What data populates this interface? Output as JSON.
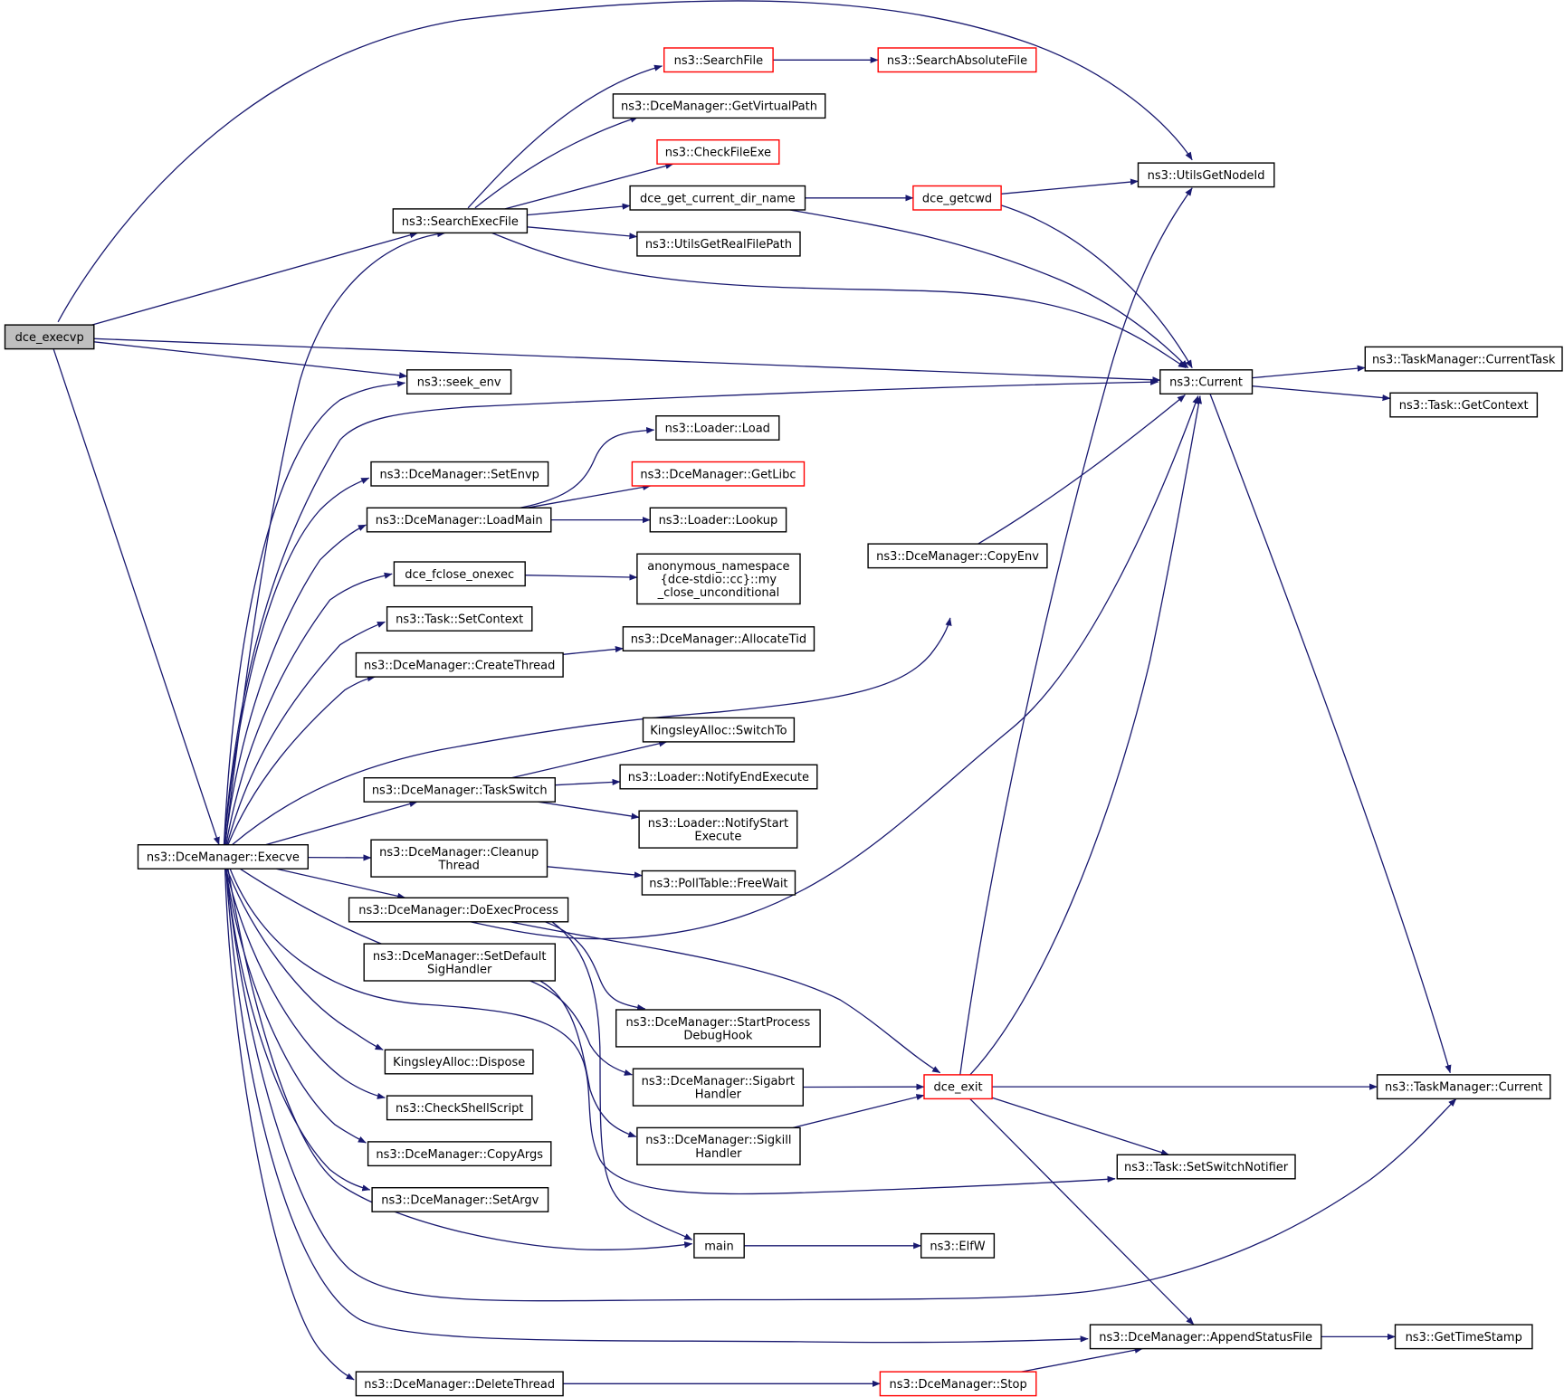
{
  "nodes": {
    "dce_execvp": {
      "lines": [
        "dce_execvp"
      ]
    },
    "search_exec_file": {
      "lines": [
        "ns3::SearchExecFile"
      ]
    },
    "search_file": {
      "lines": [
        "ns3::SearchFile"
      ]
    },
    "search_absolute_file": {
      "lines": [
        "ns3::SearchAbsoluteFile"
      ]
    },
    "get_virtual_path": {
      "lines": [
        "ns3::DceManager::GetVirtualPath"
      ]
    },
    "check_file_exe": {
      "lines": [
        "ns3::CheckFileExe"
      ]
    },
    "dce_get_current_dir_name": {
      "lines": [
        "dce_get_current_dir_name"
      ]
    },
    "dce_getcwd": {
      "lines": [
        "dce_getcwd"
      ]
    },
    "utils_get_node_id": {
      "lines": [
        "ns3::UtilsGetNodeId"
      ]
    },
    "utils_get_real_file_path": {
      "lines": [
        "ns3::UtilsGetRealFilePath"
      ]
    },
    "current": {
      "lines": [
        "ns3::Current"
      ]
    },
    "task_manager_current_task": {
      "lines": [
        "ns3::TaskManager::CurrentTask"
      ]
    },
    "task_get_context": {
      "lines": [
        "ns3::Task::GetContext"
      ]
    },
    "seek_env": {
      "lines": [
        "ns3::seek_env"
      ]
    },
    "set_envp": {
      "lines": [
        "ns3::DceManager::SetEnvp"
      ]
    },
    "load_main": {
      "lines": [
        "ns3::DceManager::LoadMain"
      ]
    },
    "loader_load": {
      "lines": [
        "ns3::Loader::Load"
      ]
    },
    "get_libc": {
      "lines": [
        "ns3::DceManager::GetLibc"
      ]
    },
    "loader_lookup": {
      "lines": [
        "ns3::Loader::Lookup"
      ]
    },
    "dce_fclose_onexec": {
      "lines": [
        "dce_fclose_onexec"
      ]
    },
    "my_close_unconditional": {
      "lines": [
        "anonymous_namespace",
        "{dce-stdio::cc}::my",
        "_close_unconditional"
      ]
    },
    "copy_env": {
      "lines": [
        "ns3::DceManager::CopyEnv"
      ]
    },
    "task_set_context": {
      "lines": [
        "ns3::Task::SetContext"
      ]
    },
    "create_thread": {
      "lines": [
        "ns3::DceManager::CreateThread"
      ]
    },
    "allocate_tid": {
      "lines": [
        "ns3::DceManager::AllocateTid"
      ]
    },
    "kingsley_switch_to": {
      "lines": [
        "KingsleyAlloc::SwitchTo"
      ]
    },
    "task_switch": {
      "lines": [
        "ns3::DceManager::TaskSwitch"
      ]
    },
    "notify_end_execute": {
      "lines": [
        "ns3::Loader::NotifyEndExecute"
      ]
    },
    "notify_start_execute": {
      "lines": [
        "ns3::Loader::NotifyStart",
        "Execute"
      ]
    },
    "execve": {
      "lines": [
        "ns3::DceManager::Execve"
      ]
    },
    "cleanup_thread": {
      "lines": [
        "ns3::DceManager::Cleanup",
        "Thread"
      ]
    },
    "poll_table_free_wait": {
      "lines": [
        "ns3::PollTable::FreeWait"
      ]
    },
    "do_exec_process": {
      "lines": [
        "ns3::DceManager::DoExecProcess"
      ]
    },
    "set_default_sig_handler": {
      "lines": [
        "ns3::DceManager::SetDefault",
        "SigHandler"
      ]
    },
    "start_process_debug_hook": {
      "lines": [
        "ns3::DceManager::StartProcess",
        "DebugHook"
      ]
    },
    "kingsley_dispose": {
      "lines": [
        "KingsleyAlloc::Dispose"
      ]
    },
    "sigabrt_handler": {
      "lines": [
        "ns3::DceManager::Sigabrt",
        "Handler"
      ]
    },
    "dce_exit": {
      "lines": [
        "dce_exit"
      ]
    },
    "task_manager_current": {
      "lines": [
        "ns3::TaskManager::Current"
      ]
    },
    "check_shell_script": {
      "lines": [
        "ns3::CheckShellScript"
      ]
    },
    "sigkill_handler": {
      "lines": [
        "ns3::DceManager::Sigkill",
        "Handler"
      ]
    },
    "copy_args": {
      "lines": [
        "ns3::DceManager::CopyArgs"
      ]
    },
    "task_set_switch_notifier": {
      "lines": [
        "ns3::Task::SetSwitchNotifier"
      ]
    },
    "set_argv": {
      "lines": [
        "ns3::DceManager::SetArgv"
      ]
    },
    "main": {
      "lines": [
        "main"
      ]
    },
    "elfw": {
      "lines": [
        "ns3::ElfW"
      ]
    },
    "append_status_file": {
      "lines": [
        "ns3::DceManager::AppendStatusFile"
      ]
    },
    "get_time_stamp": {
      "lines": [
        "ns3::GetTimeStamp"
      ]
    },
    "delete_thread": {
      "lines": [
        "ns3::DceManager::DeleteThread"
      ]
    },
    "dce_manager_stop": {
      "lines": [
        "ns3::DceManager::Stop"
      ]
    }
  },
  "edges": [
    [
      "dce_execvp",
      "utils_get_node_id"
    ],
    [
      "dce_execvp",
      "search_exec_file"
    ],
    [
      "dce_execvp",
      "current"
    ],
    [
      "dce_execvp",
      "seek_env"
    ],
    [
      "dce_execvp",
      "execve"
    ],
    [
      "search_exec_file",
      "search_file"
    ],
    [
      "search_exec_file",
      "get_virtual_path"
    ],
    [
      "search_exec_file",
      "check_file_exe"
    ],
    [
      "search_exec_file",
      "dce_get_current_dir_name"
    ],
    [
      "search_exec_file",
      "utils_get_real_file_path"
    ],
    [
      "search_exec_file",
      "current"
    ],
    [
      "search_file",
      "search_absolute_file"
    ],
    [
      "dce_get_current_dir_name",
      "dce_getcwd"
    ],
    [
      "dce_get_current_dir_name",
      "current"
    ],
    [
      "dce_getcwd",
      "utils_get_node_id"
    ],
    [
      "dce_getcwd",
      "current"
    ],
    [
      "current",
      "task_manager_current_task"
    ],
    [
      "current",
      "task_get_context"
    ],
    [
      "current",
      "task_manager_current"
    ],
    [
      "load_main",
      "loader_load"
    ],
    [
      "load_main",
      "get_libc"
    ],
    [
      "load_main",
      "loader_lookup"
    ],
    [
      "dce_fclose_onexec",
      "my_close_unconditional"
    ],
    [
      "copy_env",
      "current"
    ],
    [
      "create_thread",
      "allocate_tid"
    ],
    [
      "task_switch",
      "kingsley_switch_to"
    ],
    [
      "task_switch",
      "notify_end_execute"
    ],
    [
      "task_switch",
      "notify_start_execute"
    ],
    [
      "cleanup_thread",
      "poll_table_free_wait"
    ],
    [
      "execve",
      "search_exec_file"
    ],
    [
      "execve",
      "seek_env"
    ],
    [
      "execve",
      "current"
    ],
    [
      "execve",
      "set_envp"
    ],
    [
      "execve",
      "load_main"
    ],
    [
      "execve",
      "dce_fclose_onexec"
    ],
    [
      "execve",
      "task_set_context"
    ],
    [
      "execve",
      "create_thread"
    ],
    [
      "execve",
      "copy_env"
    ],
    [
      "execve",
      "task_switch"
    ],
    [
      "execve",
      "cleanup_thread"
    ],
    [
      "execve",
      "do_exec_process"
    ],
    [
      "execve",
      "set_default_sig_handler"
    ],
    [
      "execve",
      "kingsley_dispose"
    ],
    [
      "execve",
      "check_shell_script"
    ],
    [
      "execve",
      "copy_args"
    ],
    [
      "execve",
      "set_argv"
    ],
    [
      "execve",
      "main"
    ],
    [
      "execve",
      "task_manager_current"
    ],
    [
      "execve",
      "append_status_file"
    ],
    [
      "execve",
      "delete_thread"
    ],
    [
      "do_exec_process",
      "current"
    ],
    [
      "do_exec_process",
      "dce_exit"
    ],
    [
      "do_exec_process",
      "start_process_debug_hook"
    ],
    [
      "do_exec_process",
      "main"
    ],
    [
      "set_default_sig_handler",
      "sigabrt_handler"
    ],
    [
      "set_default_sig_handler",
      "sigkill_handler"
    ],
    [
      "set_default_sig_handler",
      "task_set_switch_notifier"
    ],
    [
      "sigabrt_handler",
      "dce_exit"
    ],
    [
      "sigkill_handler",
      "dce_exit"
    ],
    [
      "dce_exit",
      "utils_get_node_id"
    ],
    [
      "dce_exit",
      "current"
    ],
    [
      "dce_exit",
      "task_manager_current"
    ],
    [
      "dce_exit",
      "task_set_switch_notifier"
    ],
    [
      "dce_exit",
      "append_status_file"
    ],
    [
      "main",
      "elfw"
    ],
    [
      "append_status_file",
      "get_time_stamp"
    ],
    [
      "delete_thread",
      "dce_manager_stop"
    ],
    [
      "dce_manager_stop",
      "append_status_file"
    ]
  ],
  "colors": {
    "edge": "#191970",
    "node_border": "#000000",
    "incomplete_border": "#ff0000",
    "root_fill": "#bfbfbf",
    "background": "#ffffff"
  }
}
